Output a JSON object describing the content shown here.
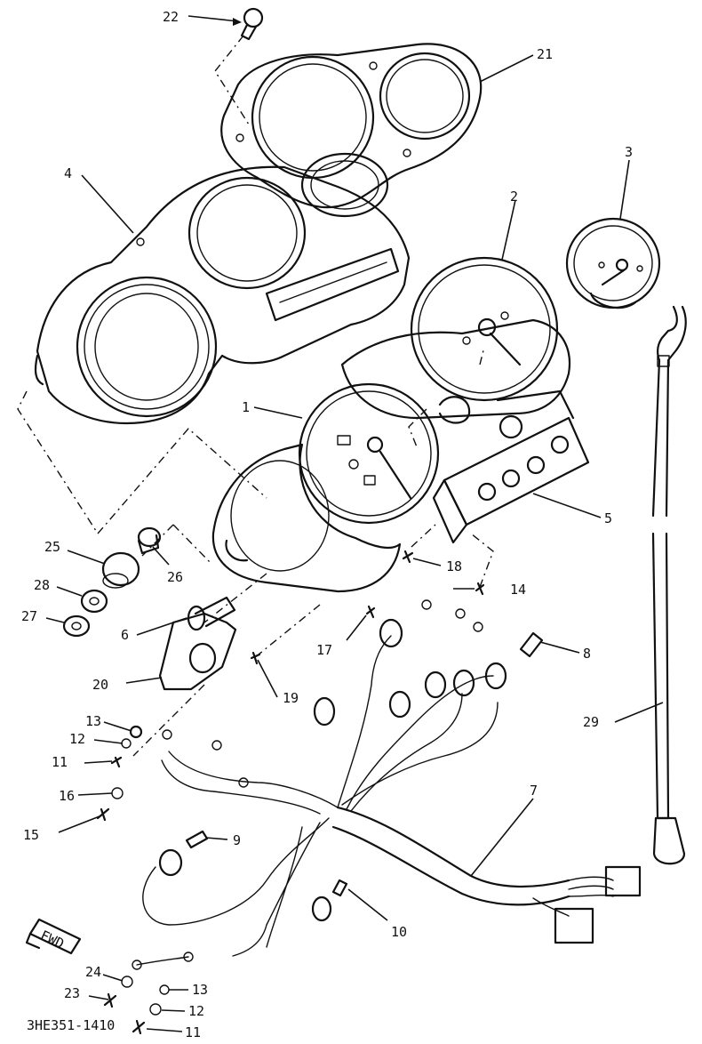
{
  "diagram": {
    "callouts": [
      "1",
      "2",
      "3",
      "4",
      "5",
      "6",
      "7",
      "8",
      "9",
      "10",
      "11",
      "11",
      "12",
      "12",
      "13",
      "13",
      "14",
      "15",
      "16",
      "17",
      "18",
      "19",
      "20",
      "21",
      "22",
      "23",
      "24",
      "25",
      "26",
      "27",
      "28",
      "29"
    ],
    "reference_code": "3HE351-1410",
    "fwd_label": "FWD"
  }
}
